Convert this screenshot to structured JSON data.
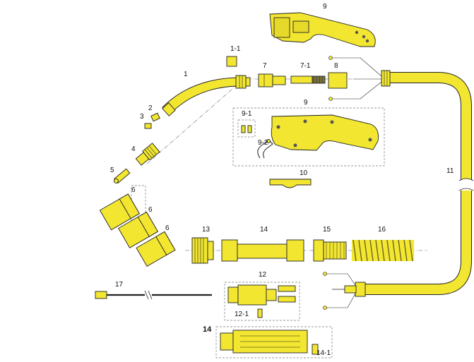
{
  "colors": {
    "part_fill": "#f2e630",
    "outline": "#222222",
    "dashed_box": "#777777",
    "detail": "#6b6520"
  },
  "labels": {
    "p1": "1",
    "p1_1": "1-1",
    "p2": "2",
    "p3": "3",
    "p4": "4",
    "p5": "5",
    "p6a": "6",
    "p6b": "6",
    "p6c": "6",
    "p7": "7",
    "p7_1": "7-1",
    "p8": "8",
    "p9_top": "9",
    "p9_box": "9",
    "p9_1": "9-1",
    "p9_2": "9-2",
    "p10": "10",
    "p11": "11",
    "p12": "12",
    "p12_1": "12-1",
    "p13": "13",
    "p14": "14",
    "p14_box": "14",
    "p14_1": "14-1",
    "p15": "15",
    "p16": "16",
    "p17": "17"
  },
  "icons": {
    "trigger": "trigger-icon",
    "screw": "screw-icon",
    "spring": "spring-icon"
  }
}
